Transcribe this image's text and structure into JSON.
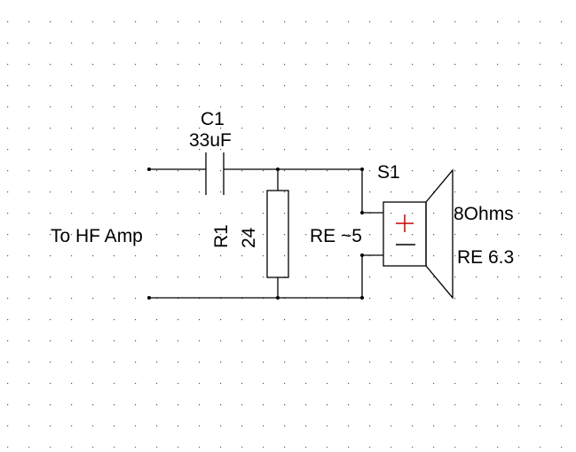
{
  "labels": {
    "input": "To HF Amp",
    "c1_ref": "C1",
    "c1_value": "33uF",
    "r1_ref": "R1",
    "r1_value": "24",
    "re_parallel": "RE ~5",
    "s1_ref": "S1",
    "s1_impedance": "8Ohms",
    "s1_re": "RE 6.3",
    "s1_plus": "+",
    "s1_minus": "−"
  },
  "colors": {
    "wire": "#000000",
    "polarity_plus": "#cc0000",
    "grid_dot": "#555555",
    "background": "#ffffff"
  }
}
